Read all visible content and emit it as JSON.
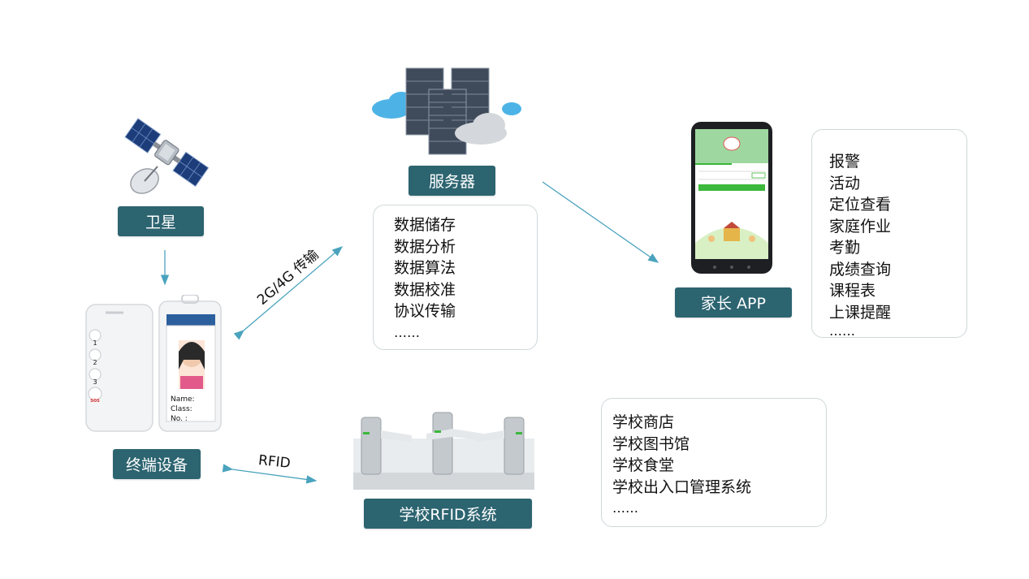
{
  "nodes": {
    "satellite": {
      "label": "卫星",
      "icon": "satellite-icon"
    },
    "server": {
      "label": "服务器",
      "icon": "server-rack-icon"
    },
    "parent_app": {
      "label": "家长 APP",
      "icon": "smartphone-icon"
    },
    "terminal": {
      "label": "终端设备",
      "icon": "id-card-device-icon"
    },
    "rfid_system": {
      "label": "学校RFID系统",
      "icon": "turnstile-gate-icon"
    }
  },
  "server_functions": [
    "数据储存",
    "数据分析",
    "数据算法",
    "数据校准",
    "协议传输",
    "……"
  ],
  "app_functions": [
    "报警",
    "活动",
    "定位查看",
    "家庭作业",
    "考勤",
    "成绩查询",
    "课程表",
    "上课提醒",
    "……"
  ],
  "rfid_functions": [
    "学校商店",
    "学校图书馆",
    "学校食堂",
    "学校出入口管理系统",
    "……"
  ],
  "connections": {
    "network_label": "2G/4G 传输",
    "rfid_label": "RFID"
  },
  "device_card": {
    "name_label": "Name:",
    "class_label": "Class:",
    "no_label": "No. :",
    "buttons": [
      "1",
      "2",
      "3",
      "SOS"
    ]
  },
  "colors": {
    "tag_bg": "#2c6470",
    "arrow": "#4aa3bd",
    "box_border": "#cfd8da",
    "app_green": "#3cb83c"
  }
}
